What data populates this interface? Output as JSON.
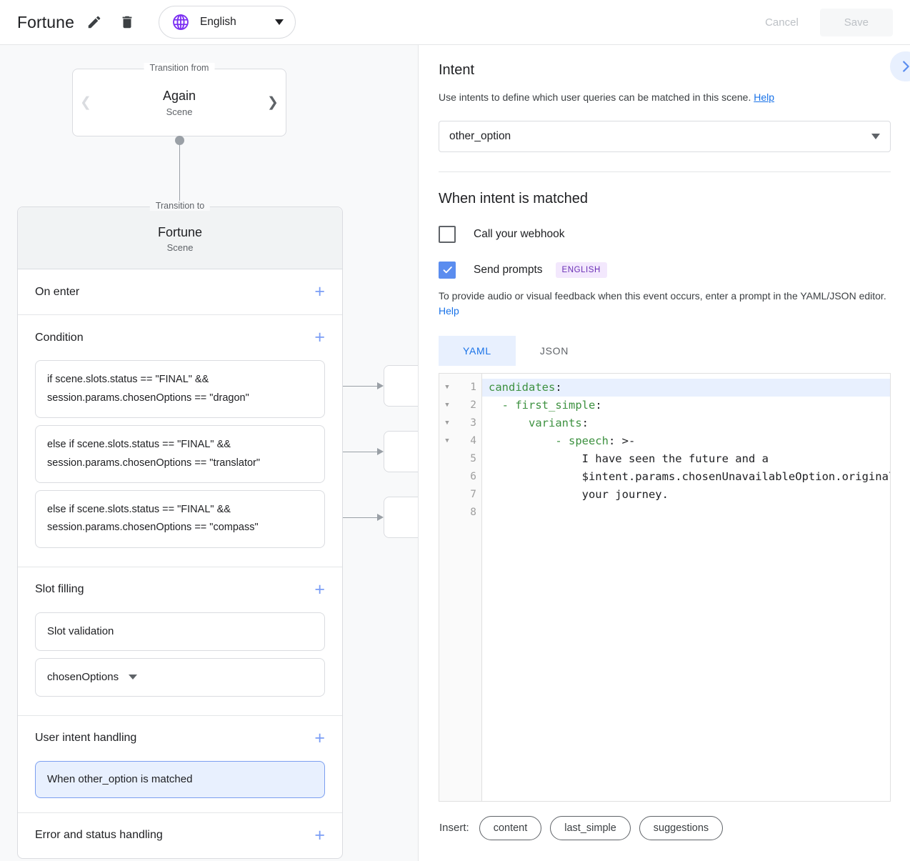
{
  "header": {
    "title": "Fortune",
    "edit_icon": "pencil-icon",
    "delete_icon": "trash-icon",
    "language": "English",
    "cancel_label": "Cancel",
    "save_label": "Save"
  },
  "left": {
    "transition_from": {
      "legend": "Transition from",
      "name": "Again",
      "type": "Scene"
    },
    "transition_to": {
      "legend": "Transition to",
      "name": "Fortune",
      "type": "Scene"
    },
    "sections": {
      "on_enter": "On enter",
      "condition": "Condition",
      "slot_filling": "Slot filling",
      "user_intent_handling": "User intent handling",
      "error_status_handling": "Error and status handling"
    },
    "conditions": [
      "if scene.slots.status == \"FINAL\" && session.params.chosenOptions == \"dragon\"",
      "else if scene.slots.status == \"FINAL\" && session.params.chosenOptions == \"translator\"",
      "else if scene.slots.status == \"FINAL\" && session.params.chosenOptions == \"compass\""
    ],
    "slot_validation": "Slot validation",
    "slot_name": "chosenOptions",
    "intent_handler": "When other_option is matched"
  },
  "right": {
    "intent": {
      "heading": "Intent",
      "description": "Use intents to define which user queries can be matched in this scene.",
      "help_label": "Help",
      "selected": "other_option"
    },
    "matched": {
      "heading": "When intent is matched",
      "webhook_label": "Call your webhook",
      "webhook_checked": false,
      "send_prompts_label": "Send prompts",
      "send_prompts_checked": true,
      "language_badge": "ENGLISH",
      "prompt_description": "To provide audio or visual feedback when this event occurs, enter a prompt in the YAML/JSON editor.",
      "prompt_help_label": "Help"
    },
    "tabs": [
      {
        "label": "YAML",
        "active": true
      },
      {
        "label": "JSON",
        "active": false
      }
    ],
    "editor": {
      "lines": [
        {
          "num": "1",
          "fold": true,
          "key": "candidates",
          "rest": ":",
          "indent": 0,
          "highlight": true
        },
        {
          "num": "2",
          "fold": true,
          "key": "- first_simple",
          "rest": ":",
          "indent": 2,
          "highlight": false
        },
        {
          "num": "3",
          "fold": true,
          "key": "variants",
          "rest": ":",
          "indent": 6,
          "highlight": false
        },
        {
          "num": "4",
          "fold": true,
          "key": "- speech",
          "rest": ": >-",
          "indent": 10,
          "highlight": false
        },
        {
          "num": "5",
          "fold": false,
          "key": "",
          "rest": "I have seen the future and a",
          "indent": 14,
          "highlight": false
        },
        {
          "num": "6",
          "fold": false,
          "key": "",
          "rest": "$intent.params.chosenUnavailableOption.original determines",
          "indent": 14,
          "highlight": false
        },
        {
          "num": "7",
          "fold": false,
          "key": "",
          "rest": "your journey.",
          "indent": 14,
          "highlight": false
        },
        {
          "num": "8",
          "fold": false,
          "key": "",
          "rest": "",
          "indent": 0,
          "highlight": false
        }
      ]
    },
    "insert": {
      "label": "Insert:",
      "chips": [
        "content",
        "last_simple",
        "suggestions"
      ]
    },
    "expand_icon": "chevron-right-icon"
  },
  "colors": {
    "accent_blue": "#1a73e8",
    "light_blue": "#e8f0fe",
    "yaml_key_green": "#3d9140",
    "badge_purple": "#6a2fb5",
    "globe_purple": "#7b2ff2"
  }
}
